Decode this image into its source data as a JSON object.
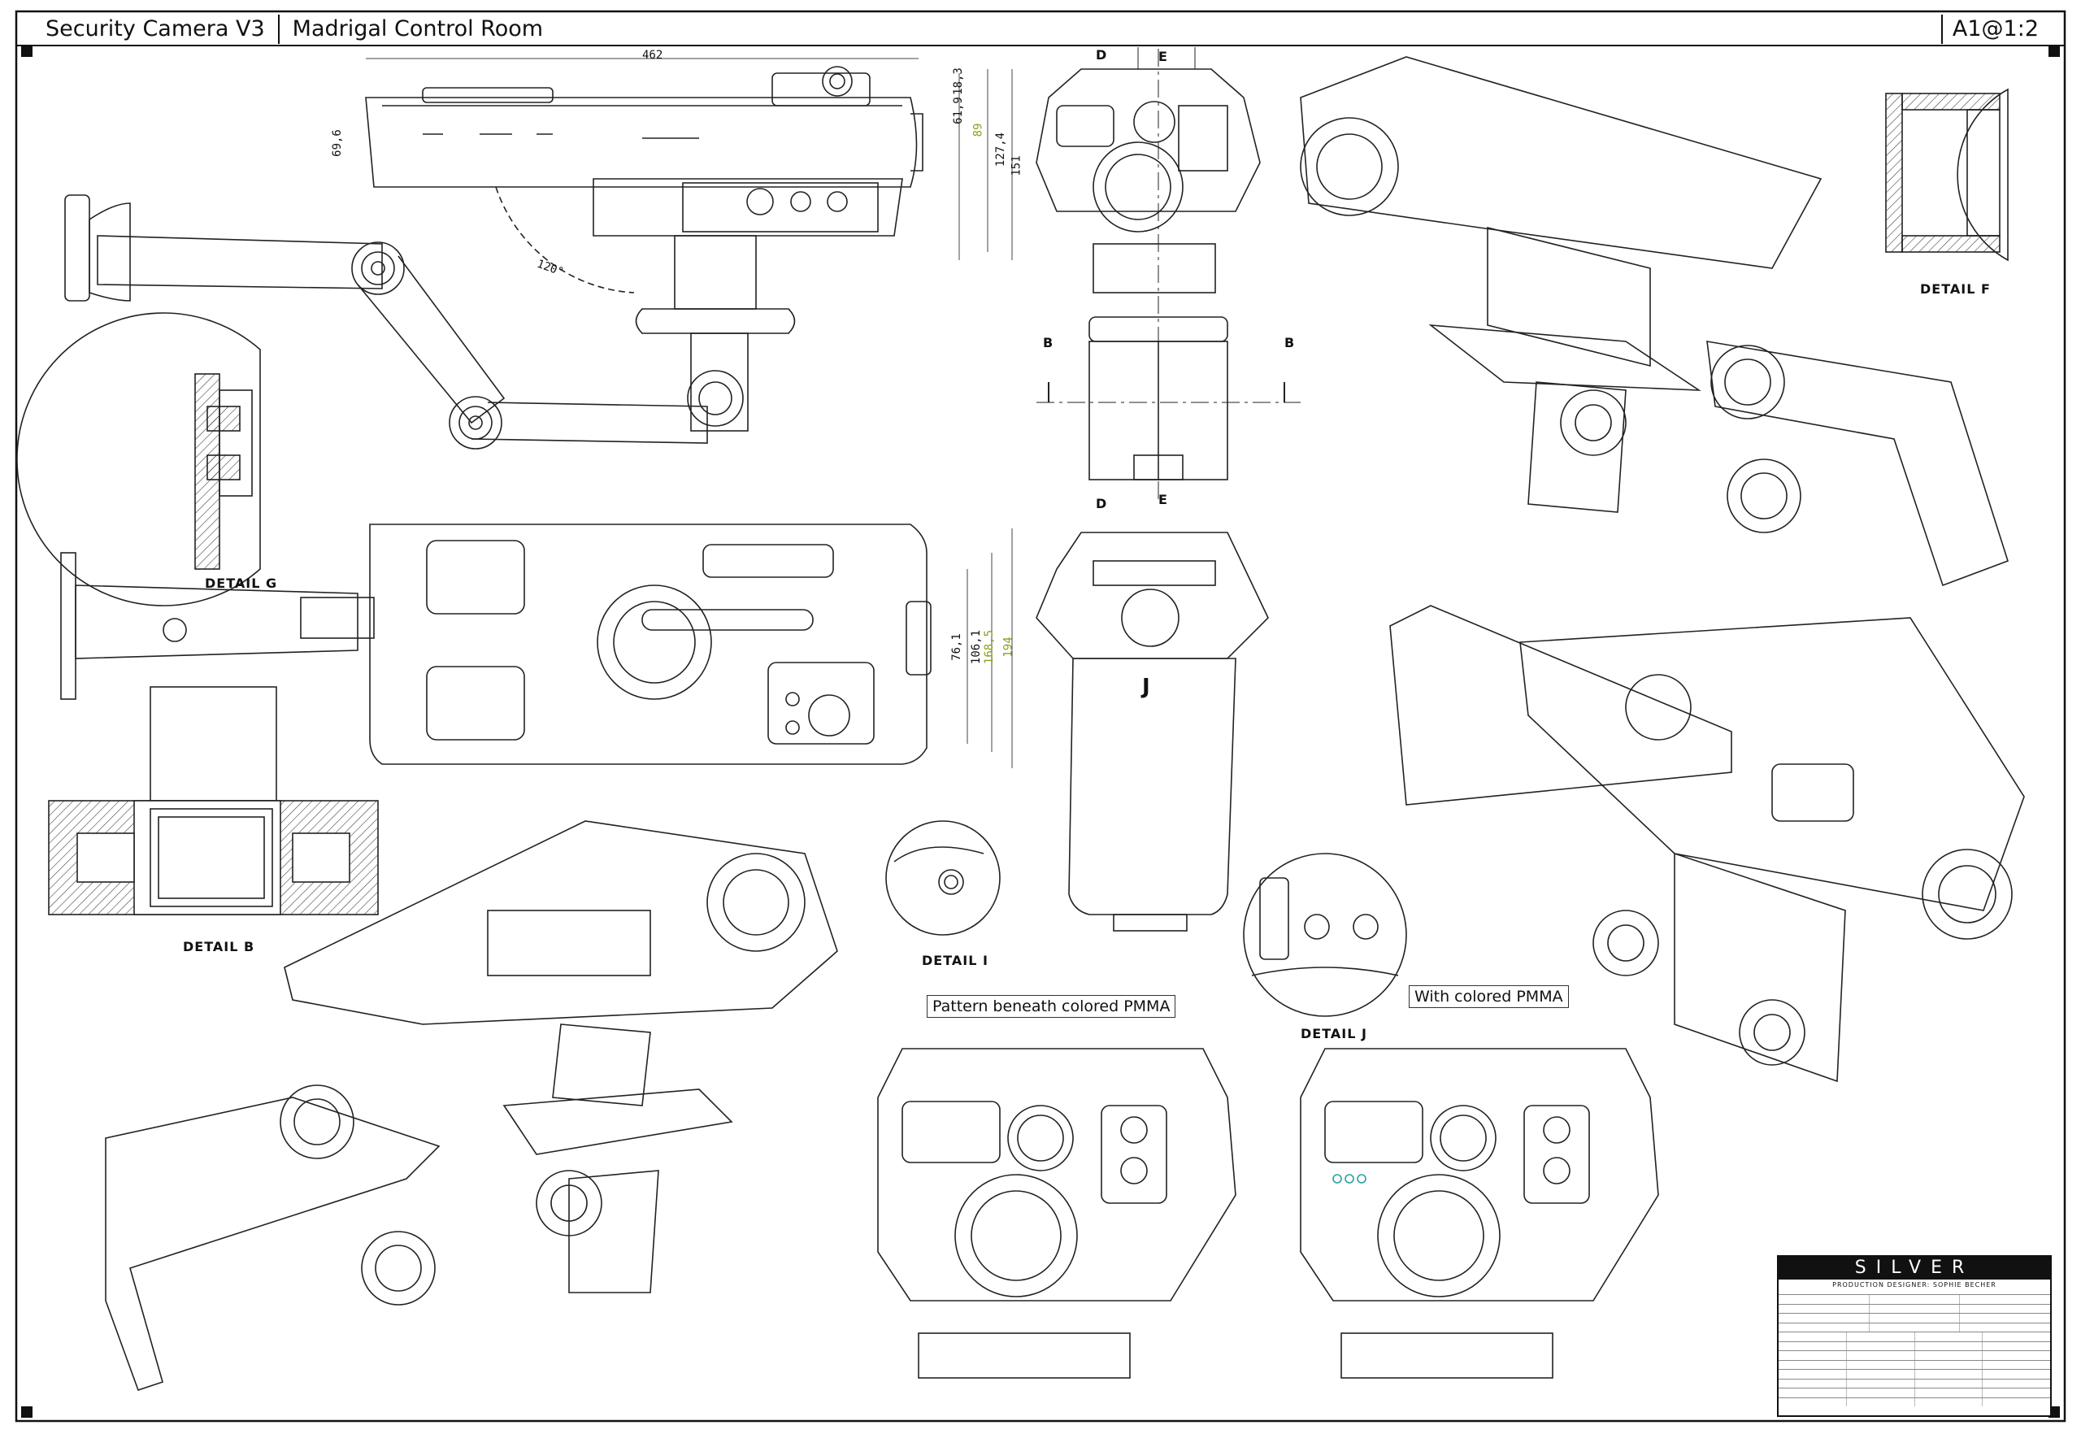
{
  "header": {
    "title": "Security Camera V3",
    "subtitle": "Madrigal Control Room",
    "scale": "A1@1:2"
  },
  "dimensions": {
    "width_462": "462",
    "h_18_3": "18,3",
    "h_61_9": "61,9",
    "h_89": "89",
    "h_127_4": "127,4",
    "h_151": "151",
    "h_69_6": "69,6",
    "angle_120": "120°",
    "h_76_1": "76,1",
    "h_106_1": "106,1",
    "h_168_5": "168,5",
    "h_194": "194"
  },
  "section_markers": {
    "d_top": "D",
    "e_top": "E",
    "b_left": "B",
    "b_right": "B",
    "d_bottom": "D",
    "e_bottom": "E",
    "j": "J"
  },
  "details": {
    "g": "DETAIL G",
    "b": "DETAIL B",
    "i": "DETAIL I",
    "j": "DETAIL J",
    "f": "DETAIL F"
  },
  "notes": {
    "pattern": "Pattern beneath colored PMMA",
    "with_pmma": "With colored PMMA"
  },
  "colors": {
    "line": "#222222",
    "dim_green": "#8aa020",
    "accent_teal": "#2aa0a0"
  },
  "titleblock": {
    "brand": "SILVER",
    "production_designer": "PRODUCTION DESIGNER: SOPHIE BECHER"
  }
}
